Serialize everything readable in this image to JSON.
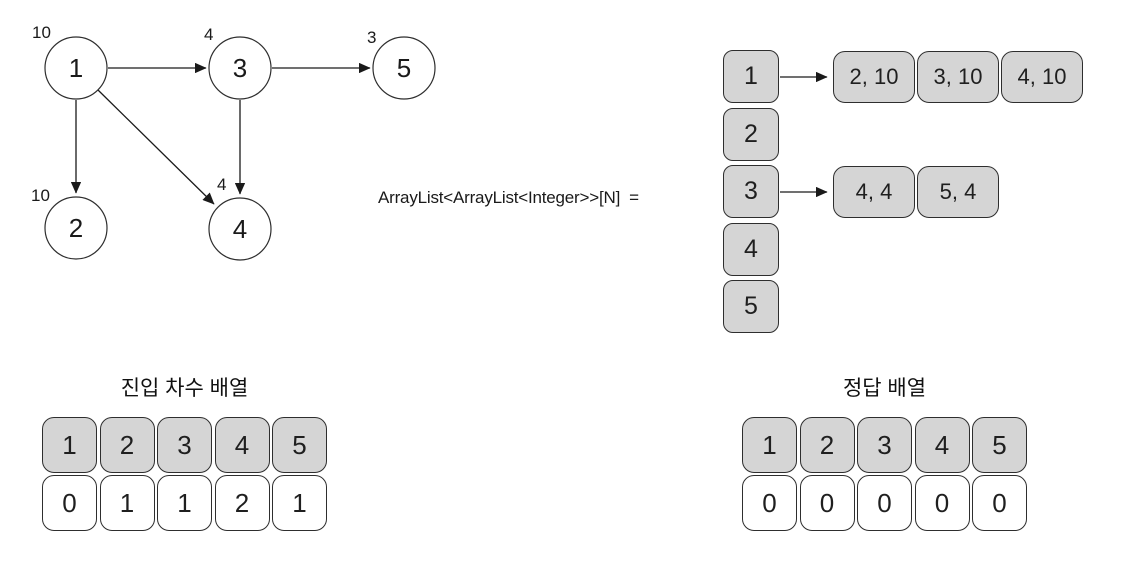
{
  "colors": {
    "box_fill": "#d5d5d5",
    "box_border": "#2e2e2e",
    "line": "#1a1a1a",
    "background": "#ffffff"
  },
  "graph": {
    "nodes": [
      {
        "label": "1",
        "weight": "10"
      },
      {
        "label": "2",
        "weight": "10"
      },
      {
        "label": "3",
        "weight": "4"
      },
      {
        "label": "4",
        "weight": "4"
      },
      {
        "label": "5",
        "weight": "3"
      }
    ],
    "edges": [
      {
        "from": "1",
        "to": "3"
      },
      {
        "from": "3",
        "to": "5"
      },
      {
        "from": "1",
        "to": "2"
      },
      {
        "from": "1",
        "to": "4"
      },
      {
        "from": "3",
        "to": "4"
      }
    ]
  },
  "expression_label": "ArrayList<ArrayList<Integer>>[N]  =",
  "adjacency_list": {
    "rows": [
      {
        "index": "1",
        "values": [
          "2, 10",
          "3, 10",
          "4, 10"
        ]
      },
      {
        "index": "2",
        "values": []
      },
      {
        "index": "3",
        "values": [
          "4, 4",
          "5, 4"
        ]
      },
      {
        "index": "4",
        "values": []
      },
      {
        "index": "5",
        "values": []
      }
    ]
  },
  "indegree_array": {
    "title": "진입 차수 배열",
    "indices": [
      "1",
      "2",
      "3",
      "4",
      "5"
    ],
    "values": [
      "0",
      "1",
      "1",
      "2",
      "1"
    ]
  },
  "answer_array": {
    "title": "정답 배열",
    "indices": [
      "1",
      "2",
      "3",
      "4",
      "5"
    ],
    "values": [
      "0",
      "0",
      "0",
      "0",
      "0"
    ]
  }
}
